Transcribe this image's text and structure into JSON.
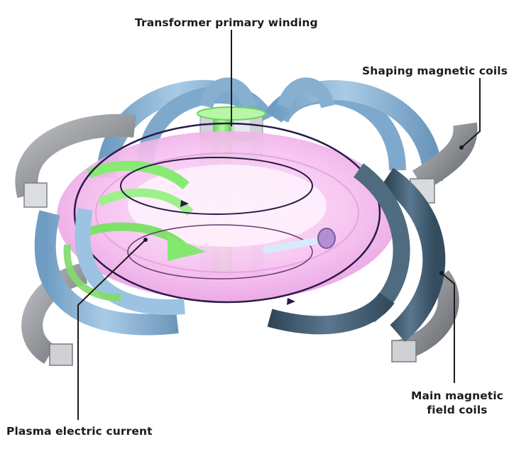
{
  "diagram": {
    "labels": {
      "transformer": "Transformer primary winding",
      "shaping": "Shaping magnetic coils",
      "main_line1": "Main magnetic",
      "main_line2": "field coils",
      "plasma": "Plasma electric current"
    },
    "colors": {
      "coil_blue": "#8fb8d8",
      "coil_blue_dark": "#5d86a8",
      "coil_slate": "#3e5668",
      "coil_grey": "#8a8d92",
      "coil_grey_dark": "#5d6065",
      "plasma_pink": "#f3b6ec",
      "plasma_pink_light": "#fbd9f6",
      "green": "#8ef07a",
      "green_dark": "#3fbf3a",
      "leader": "#1b1b1b",
      "current_line": "#2a1a4a"
    }
  }
}
